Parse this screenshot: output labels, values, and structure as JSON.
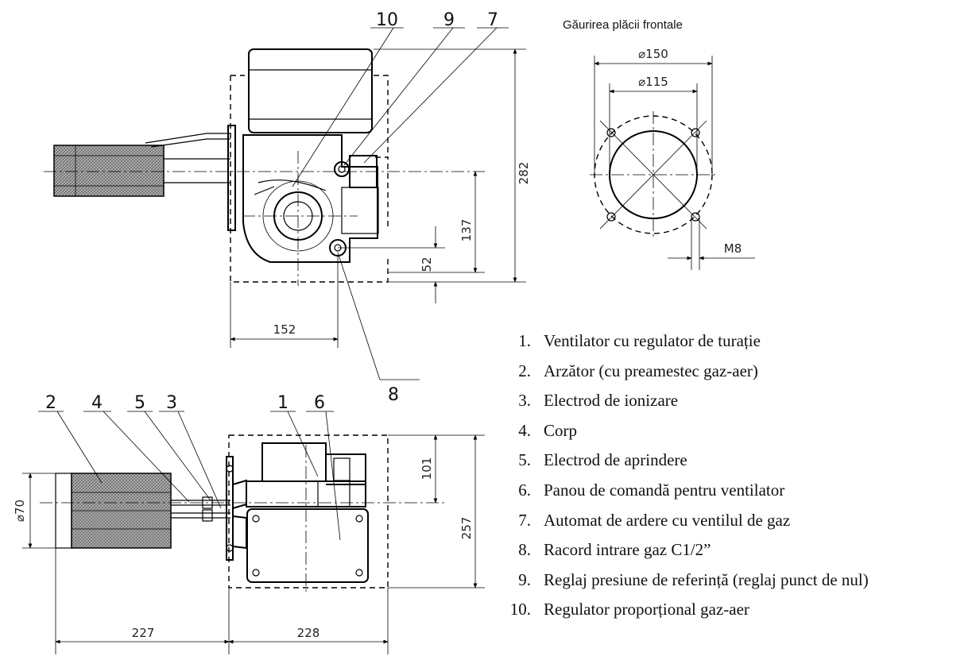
{
  "front_plate": {
    "title": "Găurirea plăcii frontale",
    "dim_outer": "⌀150",
    "dim_inner": "⌀115",
    "dim_bolt": "M8"
  },
  "top_view": {
    "dim_height": "282",
    "dim_axis": "137",
    "dim_inlet": "52",
    "dim_width": "152",
    "callouts": [
      "10",
      "9",
      "7",
      "8"
    ]
  },
  "side_view": {
    "dim_diameter": "⌀70",
    "dim_top": "101",
    "dim_height": "257",
    "dim_left": "227",
    "dim_right": "228",
    "callouts": [
      "2",
      "4",
      "5",
      "3",
      "1",
      "6"
    ]
  },
  "legend": [
    {
      "num": "1.",
      "text": "Ventilator cu regulator de turație"
    },
    {
      "num": "2.",
      "text": "Arzător (cu preamestec gaz-aer)"
    },
    {
      "num": "3.",
      "text": "Electrod de ionizare"
    },
    {
      "num": "4.",
      "text": "Corp"
    },
    {
      "num": "5.",
      "text": "Electrod de aprindere"
    },
    {
      "num": "6.",
      "text": "Panou de comandă pentru ventilator"
    },
    {
      "num": "7.",
      "text": "Automat de ardere cu ventilul de gaz"
    },
    {
      "num": "8.",
      "text": "Racord intrare gaz C1/2”"
    },
    {
      "num": "9.",
      "text": "Reglaj presiune de referință (reglaj punct de nul)"
    },
    {
      "num": "10.",
      "text": "Regulator proporțional gaz-aer"
    }
  ]
}
